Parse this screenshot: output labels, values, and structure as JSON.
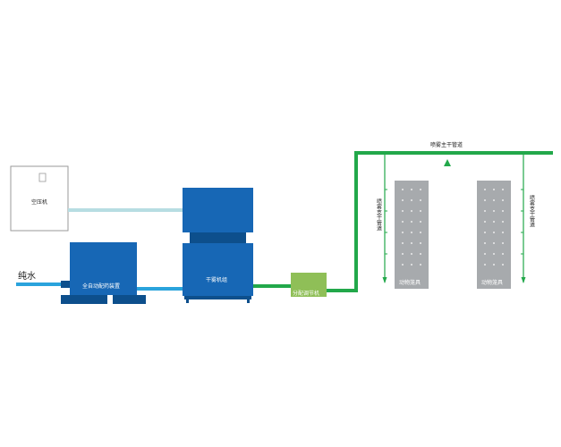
{
  "labels": {
    "compressor": "空压机",
    "pure_water": "纯水",
    "auto_dosing": "全自动配药装置",
    "dry_fog_unit": "干雾机组",
    "distribution_regulator": "分配调节机",
    "main_pipe": "喷雾主干管道",
    "branch_pipe": "喷雾支干管道",
    "animal_cage": "动物笼具"
  },
  "colors": {
    "equipment_blue": "#1767b5",
    "equipment_dark": "#0d4f8c",
    "water_line": "#2aa3dc",
    "air_line": "#b7dde2",
    "spray_pipe": "#22a84a",
    "regulator": "#8fbf57",
    "cage": "#a7aaad",
    "compressor_border": "#9a9a9a"
  }
}
